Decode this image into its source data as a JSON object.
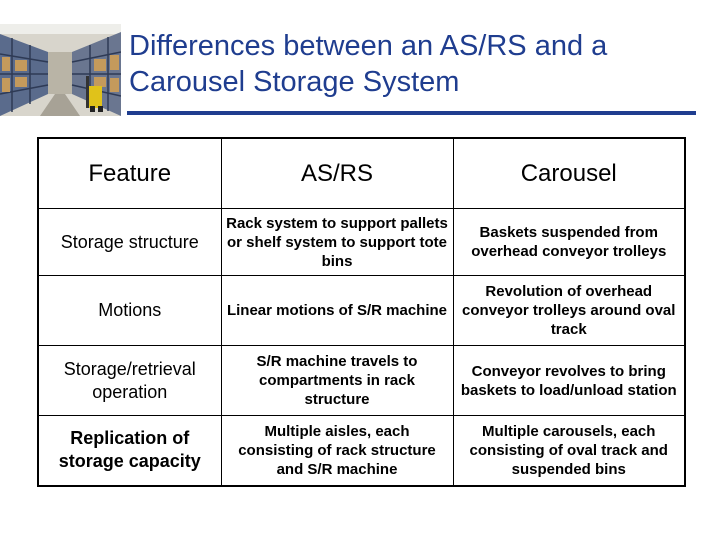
{
  "slide": {
    "title_line1": "Differences between an AS/RS and a",
    "title_line2": "Carousel Storage System",
    "accent_color": "#1f3d8f"
  },
  "table": {
    "headers": [
      "Feature",
      "AS/RS",
      "Carousel"
    ],
    "rows": [
      {
        "feature": "Storage structure",
        "asrs": "Rack system to support pallets or shelf system to support tote bins",
        "carousel": "Baskets suspended from overhead conveyor trolleys"
      },
      {
        "feature": "Motions",
        "asrs": "Linear motions of S/R machine",
        "carousel": "Revolution of overhead conveyor trolleys around oval track"
      },
      {
        "feature": "Storage/retrieval operation",
        "asrs": "S/R machine travels to compartments in rack structure",
        "carousel": "Conveyor revolves to bring baskets to load/unload station"
      },
      {
        "feature": "Replication of storage capacity",
        "asrs": "Multiple aisles, each consisting of rack structure and S/R machine",
        "carousel": "Multiple carousels, each consisting of oval track and suspended bins"
      }
    ]
  }
}
